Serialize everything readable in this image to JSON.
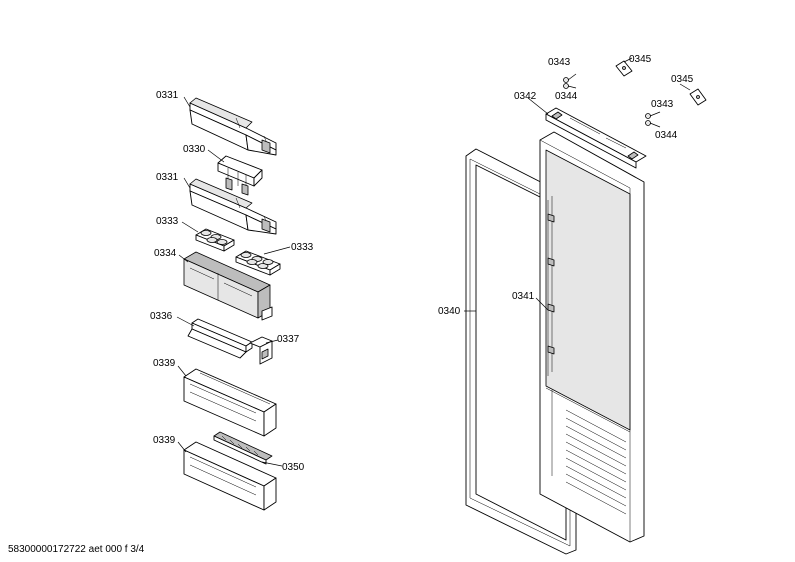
{
  "labels": {
    "l0331a": "0331",
    "l0330": "0330",
    "l0331b": "0331",
    "l0333a": "0333",
    "l0333b": "0333",
    "l0334": "0334",
    "l0336": "0336",
    "l0337": "0337",
    "l0339a": "0339",
    "l0339b": "0339",
    "l0350": "0350",
    "l0340": "0340",
    "l0341": "0341",
    "l0342": "0342",
    "l0343a": "0343",
    "l0344a": "0344",
    "l0345a": "0345",
    "l0345b": "0345",
    "l0343b": "0343",
    "l0344b": "0344"
  },
  "footer": "58300000172722 aet 000 f 3/4"
}
